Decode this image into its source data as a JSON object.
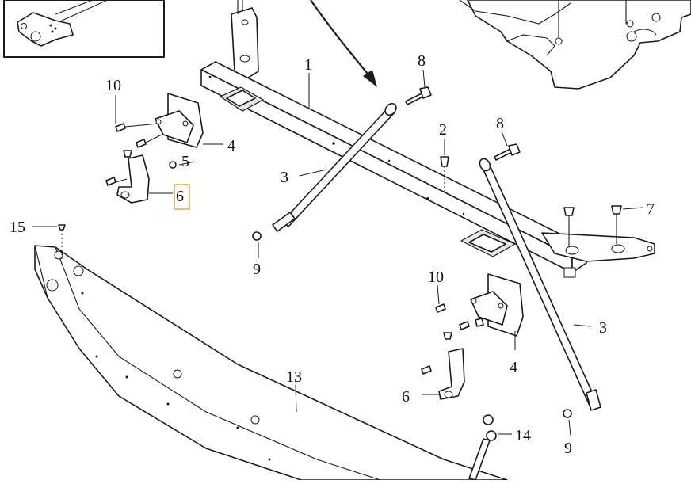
{
  "diagram": {
    "callouts": [
      {
        "id": "c1",
        "label": "1"
      },
      {
        "id": "c2",
        "label": "2"
      },
      {
        "id": "c3a",
        "label": "3"
      },
      {
        "id": "c3b",
        "label": "3"
      },
      {
        "id": "c4a",
        "label": "4"
      },
      {
        "id": "c4b",
        "label": "4"
      },
      {
        "id": "c5",
        "label": "5"
      },
      {
        "id": "c6a",
        "label": "6"
      },
      {
        "id": "c6b",
        "label": "6"
      },
      {
        "id": "c7",
        "label": "7"
      },
      {
        "id": "c8a",
        "label": "8"
      },
      {
        "id": "c8b",
        "label": "8"
      },
      {
        "id": "c9a",
        "label": "9"
      },
      {
        "id": "c9b",
        "label": "9"
      },
      {
        "id": "c10a",
        "label": "10"
      },
      {
        "id": "c10b",
        "label": "10"
      },
      {
        "id": "c13",
        "label": "13"
      },
      {
        "id": "c14",
        "label": "14"
      },
      {
        "id": "c15",
        "label": "15"
      }
    ],
    "highlighted_callout": "6",
    "highlight_color": "#e8a33d"
  }
}
